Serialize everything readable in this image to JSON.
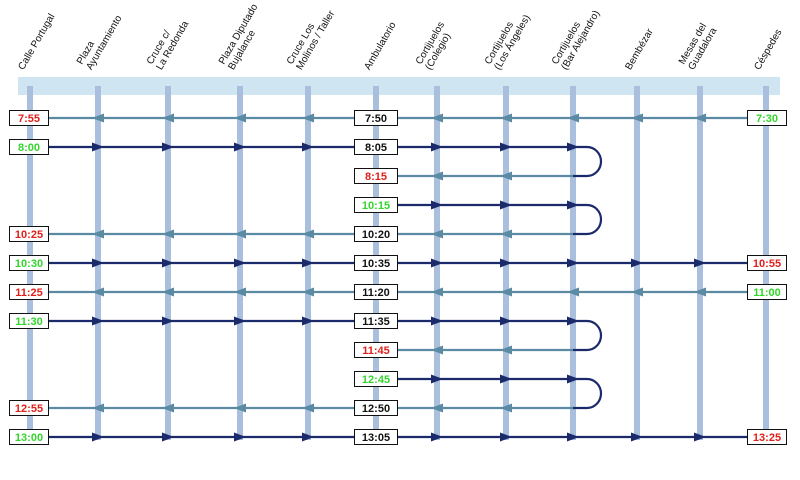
{
  "stops": [
    {
      "id": "calle-portugal",
      "lines": [
        "Calle Portugal"
      ]
    },
    {
      "id": "plaza-ayuntamiento",
      "lines": [
        "Plaza",
        "Ayuntamiento"
      ]
    },
    {
      "id": "cruce-la-redonda",
      "lines": [
        "Cruce c/",
        "La Redonda"
      ]
    },
    {
      "id": "plaza-diputado-bujalance",
      "lines": [
        "Plaza Diputado",
        "Bujalance"
      ]
    },
    {
      "id": "cruce-los-molinos",
      "lines": [
        "Cruce Los",
        "Molinos / Taller"
      ]
    },
    {
      "id": "ambulatorio",
      "lines": [
        "Ambulatorio"
      ]
    },
    {
      "id": "cortijuelos-colegio",
      "lines": [
        "Cortijuelos",
        "(Colegio)"
      ]
    },
    {
      "id": "cortijuelos-los-angeles",
      "lines": [
        "Cortijuelos",
        "(Los Ángeles)"
      ]
    },
    {
      "id": "cortijuelos-bar-alejandro",
      "lines": [
        "Cortijuelos",
        "(Bar Alejandro)"
      ]
    },
    {
      "id": "bembezar",
      "lines": [
        "Bembézar"
      ]
    },
    {
      "id": "mesas-del-guadalora",
      "lines": [
        "Mesas del",
        "Guadalora"
      ]
    },
    {
      "id": "cespedes",
      "lines": [
        "Céspedes"
      ]
    }
  ],
  "colors": {
    "outbound_line": "#1b2a6b",
    "return_line": "#5b8aa3",
    "stop_rail": "#aabfdd",
    "header_band": "#cfe6f2",
    "departure_time": "#33d62b",
    "arrival_time": "#e0201a",
    "intermediate_time": "#111111"
  },
  "trips": [
    {
      "direction": "return",
      "from": 11,
      "to": 0,
      "times": [
        {
          "stop": 11,
          "time": "7:30",
          "kind": "departure"
        },
        {
          "stop": 5,
          "time": "7:50",
          "kind": "intermediate"
        },
        {
          "stop": 0,
          "time": "7:55",
          "kind": "arrival"
        }
      ]
    },
    {
      "direction": "outbound",
      "from": 0,
      "to": 8,
      "loop_to_next": true,
      "times": [
        {
          "stop": 0,
          "time": "8:00",
          "kind": "departure"
        },
        {
          "stop": 5,
          "time": "8:05",
          "kind": "intermediate"
        }
      ]
    },
    {
      "direction": "return",
      "from": 8,
      "to": 5,
      "times": [
        {
          "stop": 5,
          "time": "8:15",
          "kind": "arrival"
        }
      ]
    },
    {
      "direction": "outbound",
      "from": 5,
      "to": 8,
      "loop_to_next": true,
      "times": [
        {
          "stop": 5,
          "time": "10:15",
          "kind": "departure"
        }
      ]
    },
    {
      "direction": "return",
      "from": 8,
      "to": 0,
      "times": [
        {
          "stop": 5,
          "time": "10:20",
          "kind": "intermediate"
        },
        {
          "stop": 0,
          "time": "10:25",
          "kind": "arrival"
        }
      ]
    },
    {
      "direction": "outbound",
      "from": 0,
      "to": 11,
      "times": [
        {
          "stop": 0,
          "time": "10:30",
          "kind": "departure"
        },
        {
          "stop": 5,
          "time": "10:35",
          "kind": "intermediate"
        },
        {
          "stop": 11,
          "time": "10:55",
          "kind": "arrival"
        }
      ]
    },
    {
      "direction": "return",
      "from": 11,
      "to": 0,
      "times": [
        {
          "stop": 11,
          "time": "11:00",
          "kind": "departure"
        },
        {
          "stop": 5,
          "time": "11:20",
          "kind": "intermediate"
        },
        {
          "stop": 0,
          "time": "11:25",
          "kind": "arrival"
        }
      ]
    },
    {
      "direction": "outbound",
      "from": 0,
      "to": 8,
      "loop_to_next": true,
      "times": [
        {
          "stop": 0,
          "time": "11:30",
          "kind": "departure"
        },
        {
          "stop": 5,
          "time": "11:35",
          "kind": "intermediate"
        }
      ]
    },
    {
      "direction": "return",
      "from": 8,
      "to": 5,
      "times": [
        {
          "stop": 5,
          "time": "11:45",
          "kind": "arrival"
        }
      ]
    },
    {
      "direction": "outbound",
      "from": 5,
      "to": 8,
      "loop_to_next": true,
      "times": [
        {
          "stop": 5,
          "time": "12:45",
          "kind": "departure"
        }
      ]
    },
    {
      "direction": "return",
      "from": 8,
      "to": 0,
      "times": [
        {
          "stop": 5,
          "time": "12:50",
          "kind": "intermediate"
        },
        {
          "stop": 0,
          "time": "12:55",
          "kind": "arrival"
        }
      ]
    },
    {
      "direction": "outbound",
      "from": 0,
      "to": 11,
      "times": [
        {
          "stop": 0,
          "time": "13:00",
          "kind": "departure"
        },
        {
          "stop": 5,
          "time": "13:05",
          "kind": "intermediate"
        },
        {
          "stop": 11,
          "time": "13:25",
          "kind": "arrival"
        }
      ]
    }
  ]
}
